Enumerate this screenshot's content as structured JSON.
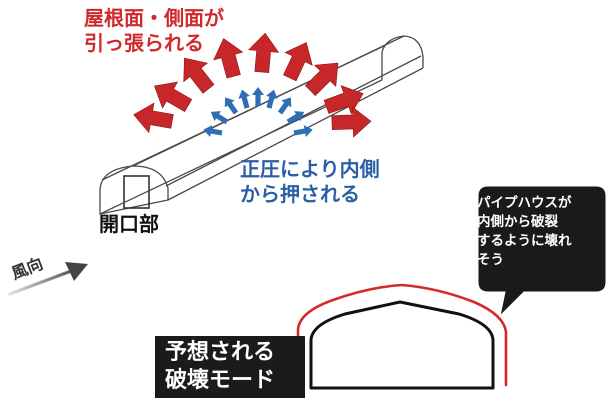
{
  "labels": {
    "roof_side": [
      "屋根面・側面が",
      "引っ張られる"
    ],
    "inner_pressure": [
      "正圧により内側",
      "から押される"
    ],
    "opening": "開口部",
    "wind": "風向",
    "speech_bubble": [
      "パイプハウスが",
      "内側から破裂",
      "するように壊れ",
      "そう"
    ],
    "failure_mode": [
      "予想される",
      "破壊モード"
    ]
  },
  "colors": {
    "pull_arrows": "#c8272a",
    "push_arrows": "#2f6eb5",
    "label_red": "#d0292b",
    "label_blue": "#2a5fa6",
    "deformed_outline": "#d62a2a",
    "original_outline": "#111111",
    "bubble_fill": "#1a1a1a"
  }
}
